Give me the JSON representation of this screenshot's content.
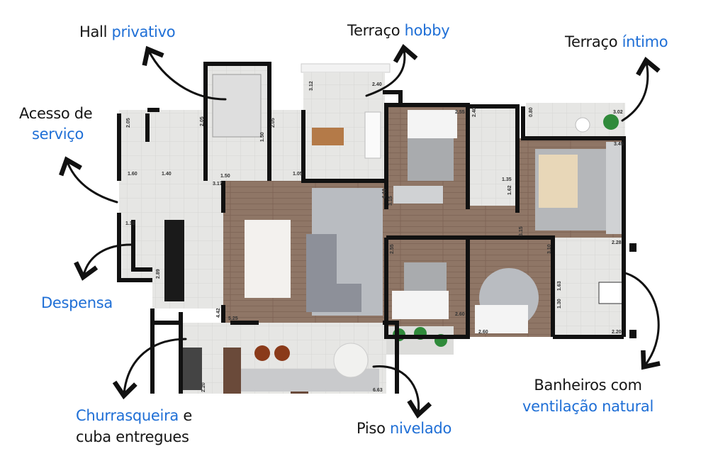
{
  "annotations": {
    "hall": {
      "black": "Hall ",
      "blue": "privativo"
    },
    "terraco_hobby": {
      "black": "Terraço ",
      "blue": "hobby"
    },
    "terraco_intimo": {
      "black": "Terraço ",
      "blue": "íntimo"
    },
    "acesso": {
      "line1": "Acesso de",
      "line2_blue": "serviço"
    },
    "despensa": {
      "blue": "Despensa"
    },
    "churrasqueira": {
      "blue": "Churrasqueira",
      "black": " e",
      "line2": "cuba entregues"
    },
    "piso": {
      "black": "Piso ",
      "blue": "nivelado"
    },
    "banheiros": {
      "line1": "Banheiros com",
      "line2_blue": "ventilação natural"
    }
  },
  "colors": {
    "accent_blue": "#1f6fd6",
    "wall": "#111111",
    "wood": "#8c7362",
    "tile": "#e4e4e2",
    "rug": "#b9bcc1"
  },
  "dims": [
    "2.05",
    "1.60",
    "1.40",
    "2.05",
    "1.50",
    "1.50",
    "3.17",
    "2.05",
    "1.05",
    "3.12",
    "2.40",
    "4.44",
    "2.55",
    "2.40",
    "3.15",
    "0.80",
    "3.02",
    "3.45",
    "1.35",
    "1.62",
    "3.15",
    "2.55",
    "3.10",
    "2.28",
    "2.60",
    "2.60",
    "1.63",
    "1.30",
    "2.20",
    "1.10",
    "2.89",
    "4.42",
    "5.25",
    "2.20",
    "6.63"
  ]
}
